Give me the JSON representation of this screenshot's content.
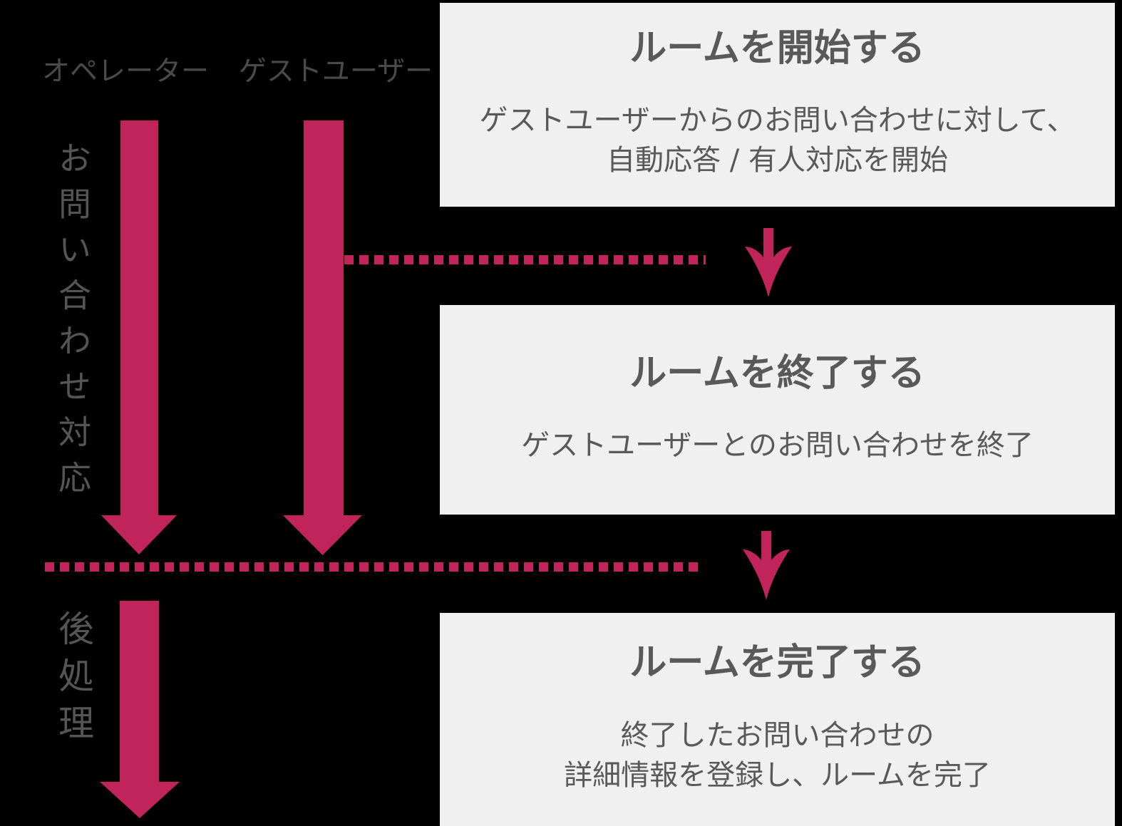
{
  "diagram": {
    "lanes": [
      {
        "label": "オペレーター"
      },
      {
        "label": "ゲストユーザー"
      }
    ],
    "phases": [
      {
        "label": "お問い合わせ対応"
      },
      {
        "label": "後処理"
      }
    ],
    "steps": [
      {
        "title": "ルームを開始する",
        "line1": "ゲストユーザーからのお問い合わせに対して、",
        "line2": "自動応答 / 有人対応を開始"
      },
      {
        "title": "ルームを終了する",
        "line1": "ゲストユーザーとのお問い合わせを終了"
      },
      {
        "title": "ルームを完了する",
        "line1": "終了したお問い合わせの",
        "line2": "詳細情報を登録し、ルームを完了"
      }
    ],
    "icons": {
      "lane_flow": "down-block-arrow-icon",
      "step_flow": "down-barbed-arrow-icon",
      "connectors": "pink-dotted-line"
    },
    "colors": {
      "accent": "#C0245A",
      "background": "#000000",
      "box_background": "#F0F0F0",
      "box_text": "#595959",
      "lane_label_text": "#4A4A4A",
      "phase_label_text": "#555555"
    }
  }
}
